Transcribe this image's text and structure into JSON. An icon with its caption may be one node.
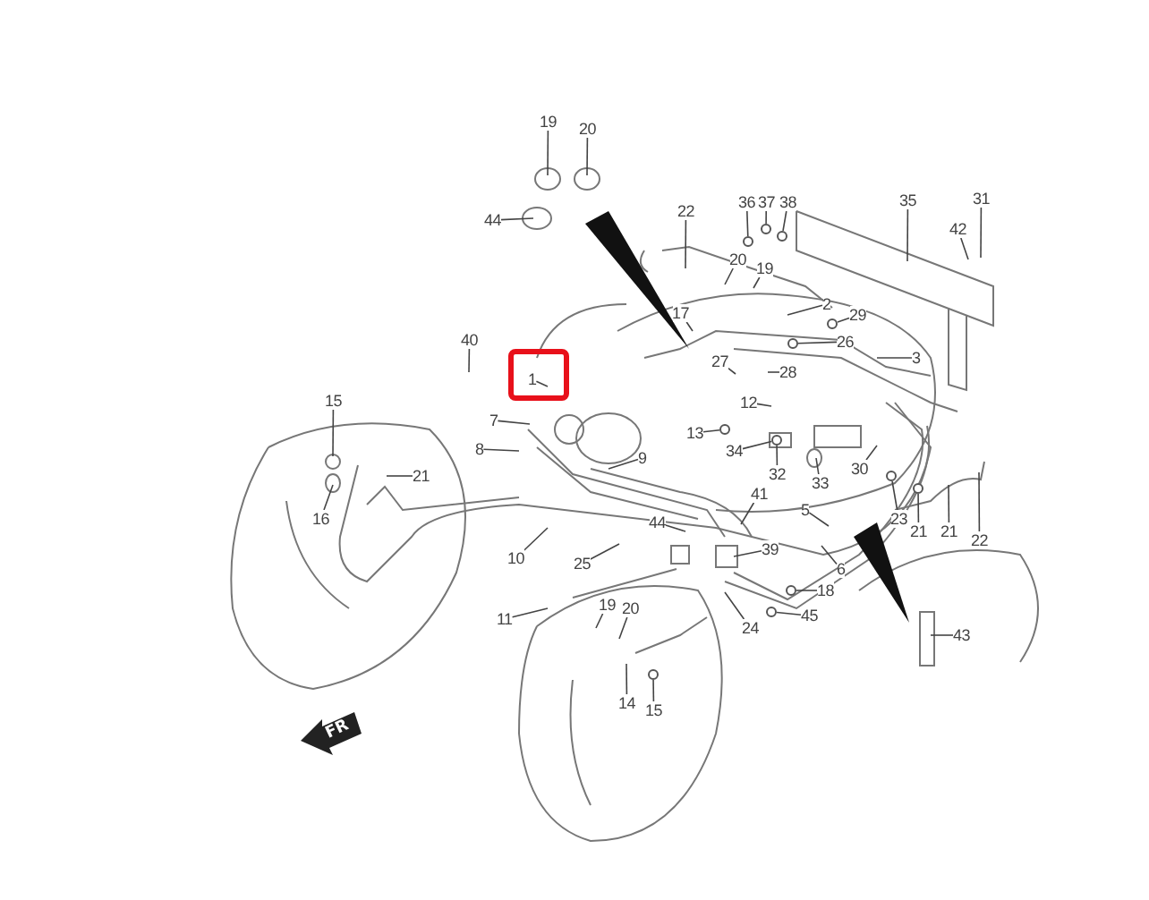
{
  "diagram": {
    "nodes": [
      {
        "text": [
          "19"
        ]
      },
      {
        "text": [
          "20"
        ]
      },
      {
        "text": [
          "35"
        ]
      },
      {
        "text": [
          "31"
        ]
      },
      {
        "text": [
          "36"
        ]
      },
      {
        "text": [
          "37"
        ]
      },
      {
        "text": [
          "38"
        ]
      },
      {
        "text": [
          "22"
        ]
      },
      {
        "text": [
          "44"
        ]
      },
      {
        "text": [
          "42"
        ]
      },
      {
        "text": [
          "20"
        ]
      },
      {
        "text": [
          "19"
        ]
      },
      {
        "text": [
          "2"
        ]
      },
      {
        "text": [
          "17"
        ]
      },
      {
        "text": [
          "29"
        ]
      },
      {
        "text": [
          "40"
        ]
      },
      {
        "text": [
          "26"
        ]
      },
      {
        "text": [
          "3"
        ]
      },
      {
        "text": [
          "27"
        ]
      },
      {
        "text": [
          "28"
        ]
      },
      {
        "text": [
          "1"
        ]
      },
      {
        "text": [
          "15"
        ]
      },
      {
        "text": [
          "12"
        ]
      },
      {
        "text": [
          "7"
        ]
      },
      {
        "text": [
          "13"
        ]
      },
      {
        "text": [
          "8"
        ]
      },
      {
        "text": [
          "34"
        ]
      },
      {
        "text": [
          "9"
        ]
      },
      {
        "text": [
          "30"
        ]
      },
      {
        "text": [
          "32"
        ]
      },
      {
        "text": [
          "21"
        ]
      },
      {
        "text": [
          "33"
        ]
      },
      {
        "text": [
          "41"
        ]
      },
      {
        "text": [
          "5"
        ]
      },
      {
        "text": [
          "16"
        ]
      },
      {
        "text": [
          "23"
        ]
      },
      {
        "text": [
          "44"
        ]
      },
      {
        "text": [
          "21"
        ]
      },
      {
        "text": [
          "21"
        ]
      },
      {
        "text": [
          "22"
        ]
      },
      {
        "text": [
          "39"
        ]
      },
      {
        "text": [
          "10"
        ]
      },
      {
        "text": [
          "25"
        ]
      },
      {
        "text": [
          "6"
        ]
      },
      {
        "text": [
          "18"
        ]
      },
      {
        "text": [
          "19"
        ]
      },
      {
        "text": [
          "20"
        ]
      },
      {
        "text": [
          "45"
        ]
      },
      {
        "text": [
          "11"
        ]
      },
      {
        "text": [
          "24"
        ]
      },
      {
        "text": [
          "43"
        ]
      },
      {
        "text": [
          "14"
        ]
      },
      {
        "text": [
          "15"
        ]
      },
      {
        "text": [],
        "shape": "circle"
      },
      {
        "text": [],
        "shape": "circle"
      },
      {
        "text": [],
        "shape": "circle"
      },
      {
        "text": [],
        "shape": "circle"
      },
      {
        "text": [],
        "shape": "circle"
      },
      {
        "text": [],
        "shape": "circle"
      },
      {
        "text": [],
        "shape": "circle"
      },
      {
        "text": [],
        "shape": "circle"
      },
      {
        "text": [],
        "shape": "circle"
      },
      {
        "text": [],
        "shape": "circle"
      },
      {
        "text": [],
        "shape": "circle"
      },
      {
        "text": [],
        "shape": "circle"
      }
    ],
    "edges": [
      {
        "from": 0,
        "to": null,
        "arrow": "none"
      },
      {
        "from": 1,
        "to": null,
        "arrow": "none"
      },
      {
        "from": 2,
        "to": null,
        "arrow": "none"
      },
      {
        "from": 3,
        "to": null,
        "arrow": "none"
      },
      {
        "from": 4,
        "to": 53,
        "arrow": "none"
      },
      {
        "from": 5,
        "to": 64,
        "arrow": "none"
      },
      {
        "from": 6,
        "to": 54,
        "arrow": "none"
      },
      {
        "from": 7,
        "to": null,
        "arrow": "none"
      },
      {
        "from": 8,
        "to": null,
        "arrow": "none"
      },
      {
        "from": 9,
        "to": null,
        "arrow": "none"
      },
      {
        "from": 10,
        "to": null,
        "arrow": "none"
      },
      {
        "from": 11,
        "to": null,
        "arrow": "none"
      },
      {
        "from": 12,
        "to": null,
        "arrow": "none"
      },
      {
        "from": 13,
        "to": null,
        "arrow": "none"
      },
      {
        "from": 14,
        "to": 55,
        "arrow": "none"
      },
      {
        "from": 15,
        "to": null,
        "arrow": "none"
      },
      {
        "from": 16,
        "to": 56,
        "arrow": "none"
      },
      {
        "from": 17,
        "to": null,
        "arrow": "none"
      },
      {
        "from": 18,
        "to": null,
        "arrow": "none"
      },
      {
        "from": 19,
        "to": null,
        "arrow": "none"
      },
      {
        "from": 20,
        "to": null,
        "arrow": "none"
      },
      {
        "from": 21,
        "to": null,
        "arrow": "none"
      },
      {
        "from": 22,
        "to": null,
        "arrow": "none"
      },
      {
        "from": 23,
        "to": null,
        "arrow": "none"
      },
      {
        "from": 24,
        "to": 57,
        "arrow": "none"
      },
      {
        "from": 25,
        "to": null,
        "arrow": "none"
      },
      {
        "from": 26,
        "to": 58,
        "arrow": "none"
      },
      {
        "from": 27,
        "to": null,
        "arrow": "none"
      },
      {
        "from": 28,
        "to": null,
        "arrow": "none"
      },
      {
        "from": 29,
        "to": 58,
        "arrow": "none"
      },
      {
        "from": 30,
        "to": null,
        "arrow": "none"
      },
      {
        "from": 31,
        "to": null,
        "arrow": "none"
      },
      {
        "from": 32,
        "to": null,
        "arrow": "none"
      },
      {
        "from": 33,
        "to": null,
        "arrow": "none"
      },
      {
        "from": 34,
        "to": null,
        "arrow": "none"
      },
      {
        "from": 35,
        "to": 63,
        "arrow": "none"
      },
      {
        "from": 36,
        "to": null,
        "arrow": "none"
      },
      {
        "from": 37,
        "to": 59,
        "arrow": "none"
      },
      {
        "from": 38,
        "to": null,
        "arrow": "none"
      },
      {
        "from": 39,
        "to": null,
        "arrow": "none"
      },
      {
        "from": 40,
        "to": null,
        "arrow": "none"
      },
      {
        "from": 41,
        "to": null,
        "arrow": "none"
      },
      {
        "from": 42,
        "to": null,
        "arrow": "none"
      },
      {
        "from": 43,
        "to": null,
        "arrow": "none"
      },
      {
        "from": 44,
        "to": 60,
        "arrow": "none"
      },
      {
        "from": 45,
        "to": null,
        "arrow": "none"
      },
      {
        "from": 46,
        "to": null,
        "arrow": "none"
      },
      {
        "from": 47,
        "to": 61,
        "arrow": "none"
      },
      {
        "from": 48,
        "to": null,
        "arrow": "none"
      },
      {
        "from": 49,
        "to": null,
        "arrow": "none"
      },
      {
        "from": 50,
        "to": null,
        "arrow": "none"
      },
      {
        "from": 51,
        "to": null,
        "arrow": "none"
      },
      {
        "from": 52,
        "to": 62,
        "arrow": "none"
      }
    ],
    "labels": [
      "FR"
    ]
  }
}
